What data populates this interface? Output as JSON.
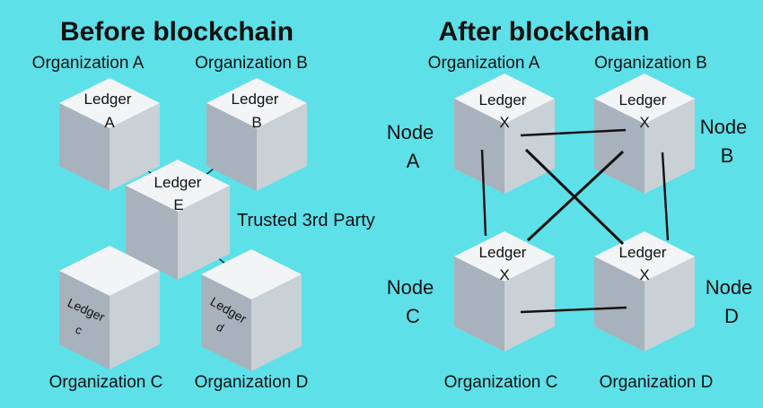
{
  "before": {
    "title": "Before blockchain",
    "orgs": {
      "a": "Organization A",
      "b": "Organization B",
      "c": "Organization C",
      "d": "Organization D"
    },
    "ledgers": {
      "a": {
        "line1": "Ledger",
        "line2": "A"
      },
      "b": {
        "line1": "Ledger",
        "line2": "B"
      },
      "e": {
        "line1": "Ledger",
        "line2": "E"
      },
      "c": {
        "line1": "Ledger",
        "line2": "c"
      },
      "d": {
        "line1": "Ledger",
        "line2": "d"
      }
    },
    "trusted_party": "Trusted 3rd Party"
  },
  "after": {
    "title": "After blockchain",
    "orgs": {
      "a": "Organization A",
      "b": "Organization B",
      "c": "Organization C",
      "d": "Organization D"
    },
    "ledgers": {
      "a": {
        "line1": "Ledger",
        "line2": "X"
      },
      "b": {
        "line1": "Ledger",
        "line2": "X"
      },
      "c": {
        "line1": "Ledger",
        "line2": "X"
      },
      "d": {
        "line1": "Ledger",
        "line2": "X"
      }
    },
    "nodes": {
      "a": {
        "line1": "Node",
        "line2": "A"
      },
      "b": {
        "line1": "Node",
        "line2": "B"
      },
      "c": {
        "line1": "Node",
        "line2": "C"
      },
      "d": {
        "line1": "Node",
        "line2": "D"
      }
    }
  },
  "colors": {
    "background": "#5ee0e8",
    "cube_top": "#f2f4f6",
    "cube_left": "#a8b2bc",
    "cube_right": "#c9d0d6"
  }
}
